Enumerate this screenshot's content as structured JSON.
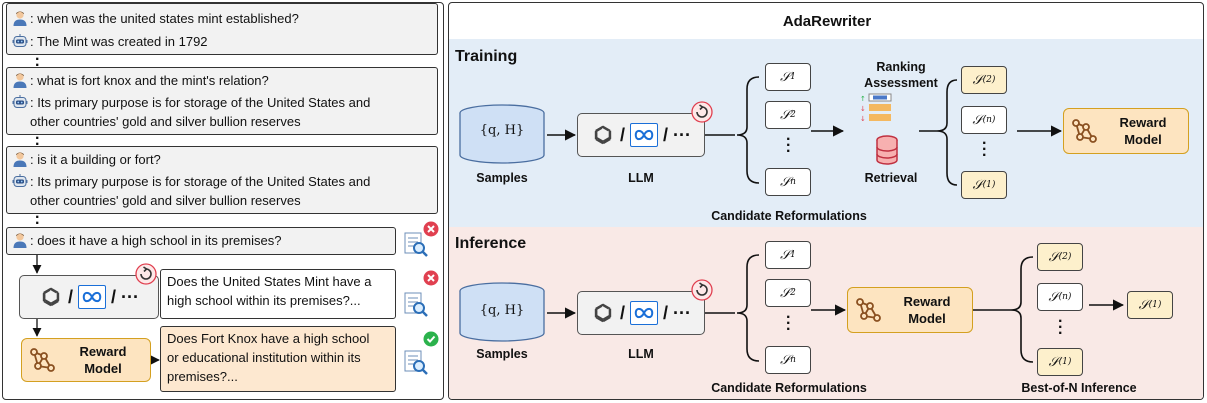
{
  "left": {
    "turns": [
      {
        "q": ": when was the united states mint established?",
        "a": [
          ": The Mint was created in 1792"
        ]
      },
      {
        "q": ": what is fort knox and the mint's relation?",
        "a": [
          ": Its primary purpose is for storage of the United States and",
          "other countries' gold and silver bullion reserves"
        ]
      },
      {
        "q": ": is it a building or fort?",
        "a": [
          ": Its primary purpose is for storage of the United States and",
          "other countries' gold and silver bullion reserves"
        ]
      }
    ],
    "current_q": ": does it have a high school in its premises?",
    "llm_text": "/ ",
    "llm_text2": "/ ···",
    "rewrite1": [
      "Does the United States Mint have a",
      "high school within its premises?..."
    ],
    "rewrite2": [
      "Does Fort Knox have a high school",
      "or educational institution within its",
      "premises?..."
    ],
    "reward_model": [
      "Reward",
      "Model"
    ]
  },
  "right": {
    "title": "AdaRewriter",
    "training": {
      "heading": "Training",
      "samples_label": "Samples",
      "db_text": "{q, H}",
      "llm_label": "LLM",
      "candidates": [
        "S1",
        "S2",
        "Sn"
      ],
      "ranking_label": [
        "Ranking",
        "Assessment"
      ],
      "retrieval_label": "Retrieval",
      "ranked": [
        "S(2)",
        "S(n)",
        "S(1)"
      ],
      "candidate_label": "Candidate Reformulations",
      "reward_model": [
        "Reward",
        "Model"
      ]
    },
    "inference": {
      "heading": "Inference",
      "samples_label": "Samples",
      "db_text": "{q, H}",
      "llm_label": "LLM",
      "candidates": [
        "S1",
        "S2",
        "Sn"
      ],
      "reward_model": [
        "Reward",
        "Model"
      ],
      "ranked": [
        "S(2)",
        "S(n)",
        "S(1)"
      ],
      "output": "S(1)",
      "candidate_label": "Candidate Reformulations",
      "bon_label": "Best-of-N Inference"
    }
  },
  "colors": {
    "reward_fill": "#fde4c0",
    "reward_border": "#d4a020",
    "train_bg": "#e3edf7",
    "inf_bg": "#f9e9e6",
    "reject": "#e04050",
    "accept": "#2bb24c",
    "meta_blue": "#1a6fd8"
  }
}
